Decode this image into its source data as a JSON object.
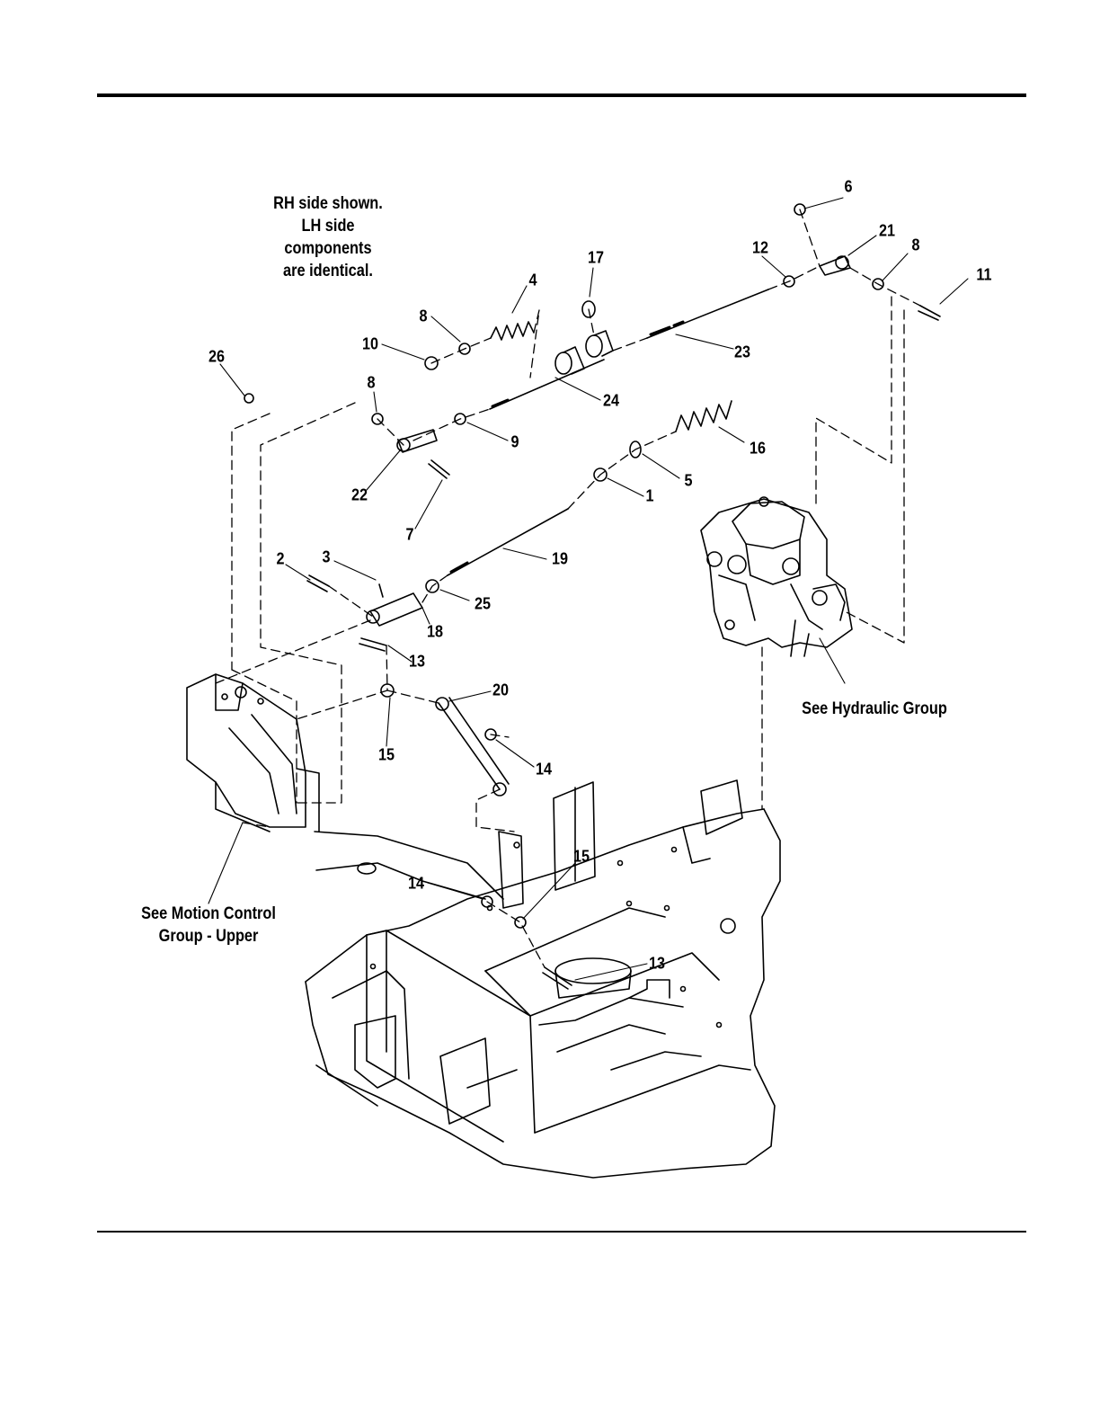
{
  "notes": {
    "rh_side_line1": "RH side shown.",
    "rh_side_line2": "LH side components",
    "rh_side_line3": "are identical.",
    "hydraulic_ref": "See Hydraulic Group",
    "motion_ref_line1": "See Motion Control",
    "motion_ref_line2": "Group - Upper"
  },
  "callouts": [
    "6",
    "21",
    "8",
    "12",
    "11",
    "17",
    "4",
    "8",
    "10",
    "23",
    "26",
    "8",
    "24",
    "9",
    "16",
    "22",
    "5",
    "1",
    "7",
    "3",
    "2",
    "19",
    "25",
    "18",
    "13",
    "20",
    "15",
    "14",
    "15",
    "14",
    "13"
  ]
}
